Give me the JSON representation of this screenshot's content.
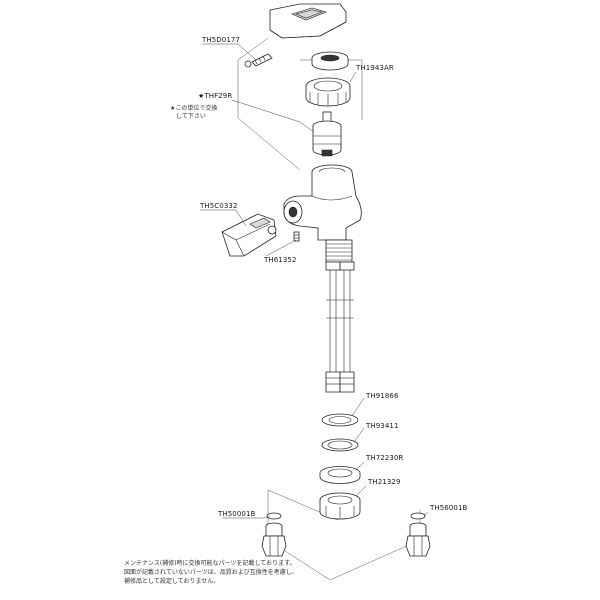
{
  "parts": {
    "p1": "TH5D0177",
    "p2": "TH1943AR",
    "p3": "THF29R",
    "p4": "TH5C0332",
    "p5": "TH61352",
    "p6": "TH91866",
    "p7": "TH93411",
    "p8": "TH72230R",
    "p9": "TH21329",
    "p10": "TH50001B",
    "p11": "TH56001B"
  },
  "cartridge_note": {
    "line1": "★この単位で交換",
    "line2": "して下さい"
  },
  "footer_note": {
    "line1": "メンテナンス(補修)時に交換可能なパーツを記載しております。",
    "line2": "図面が記載されていないパーツは、品質および互換性を考慮し、",
    "line3": "補修品として設定しておりません。"
  }
}
